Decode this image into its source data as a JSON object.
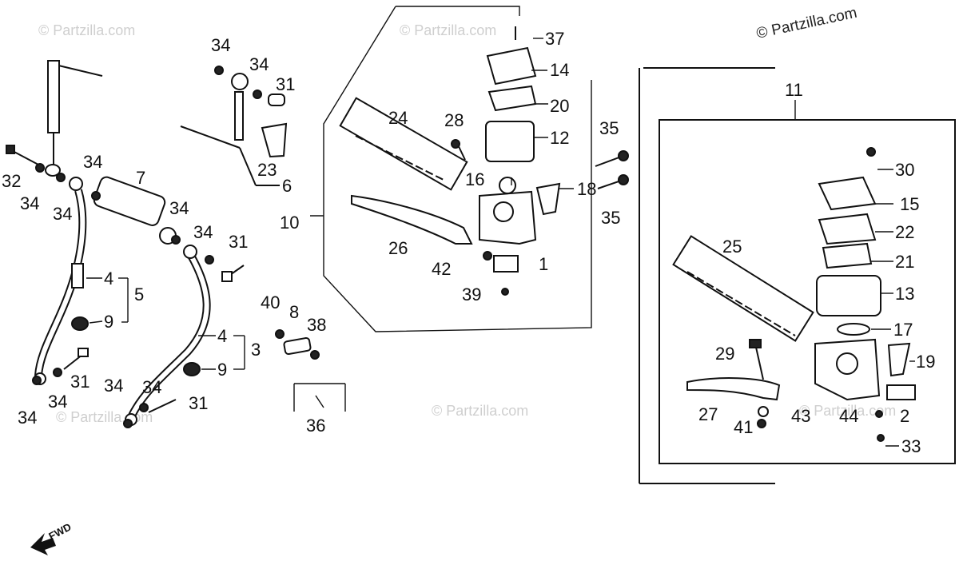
{
  "copyright_top": "© Partzilla.com",
  "watermarks": [
    "© Partzilla.com",
    "© Partzilla.com",
    "© Partzilla.com",
    "© Partzilla.com",
    "© Partzilla.com"
  ],
  "direction_label": "FWD",
  "labels": {
    "p1": "1",
    "p2": "2",
    "p3": "3",
    "p4a": "4",
    "p4b": "4",
    "p5": "5",
    "p6": "6",
    "p7": "7",
    "p8": "8",
    "p9a": "9",
    "p9b": "9",
    "p10": "10",
    "p11": "11",
    "p12": "12",
    "p13": "13",
    "p14": "14",
    "p15": "15",
    "p16": "16",
    "p17": "17",
    "p18": "18",
    "p19": "19",
    "p20": "20",
    "p21": "21",
    "p22": "22",
    "p23": "23",
    "p24": "24",
    "p25": "25",
    "p26": "26",
    "p27": "27",
    "p28": "28",
    "p29": "29",
    "p30": "30",
    "p31a": "31",
    "p31b": "31",
    "p31c": "31",
    "p31d": "31",
    "p32": "32",
    "p33": "33",
    "p34a": "34",
    "p34b": "34",
    "p34c": "34",
    "p34d": "34",
    "p34e": "34",
    "p34f": "34",
    "p34g": "34",
    "p34h": "34",
    "p34i": "34",
    "p34j": "34",
    "p34k": "34",
    "p35a": "35",
    "p35b": "35",
    "p36": "36",
    "p37": "37",
    "p38": "38",
    "p39": "39",
    "p40": "40",
    "p41": "41",
    "p42": "42",
    "p43": "43",
    "p44": "44"
  }
}
